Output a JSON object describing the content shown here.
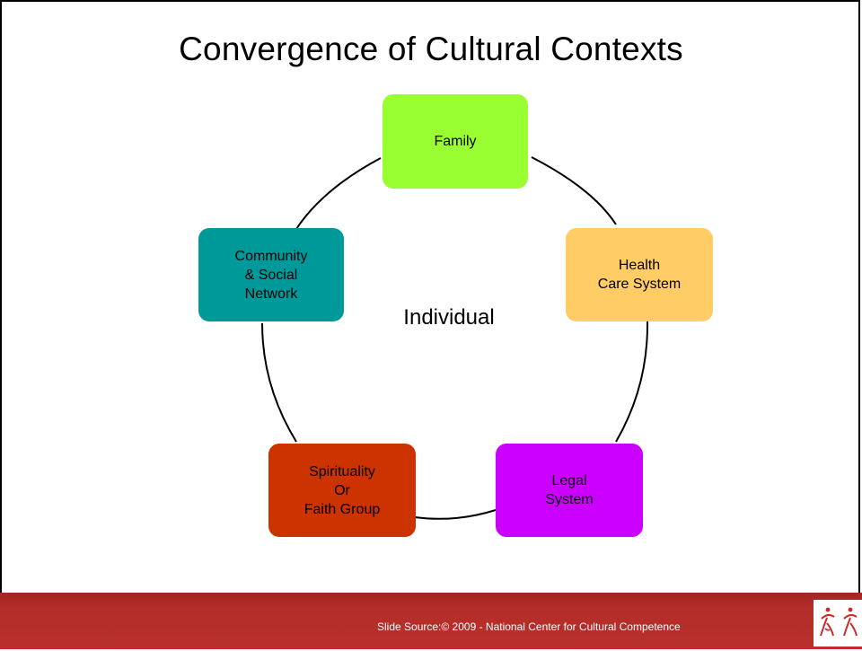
{
  "title": "Convergence of Cultural Contexts",
  "center_label": "Individual",
  "nodes": [
    {
      "key": "family",
      "lines": [
        "Family"
      ],
      "color": "#99ff33"
    },
    {
      "key": "health",
      "lines": [
        "Health",
        "Care System"
      ],
      "color": "#ffcc66"
    },
    {
      "key": "legal",
      "lines": [
        "Legal",
        "System"
      ],
      "color": "#cc00ff"
    },
    {
      "key": "spirituality",
      "lines": [
        "Spirituality",
        "Or",
        "Faith Group"
      ],
      "color": "#cc3300"
    },
    {
      "key": "community",
      "lines": [
        "Community",
        "& Social",
        "Network"
      ],
      "color": "#009999"
    }
  ],
  "footer": {
    "text": "Slide Source:© 2009  -  National Center  for Cultural Competence",
    "color": "#b42d2a",
    "logo": "figures-logo-icon"
  }
}
